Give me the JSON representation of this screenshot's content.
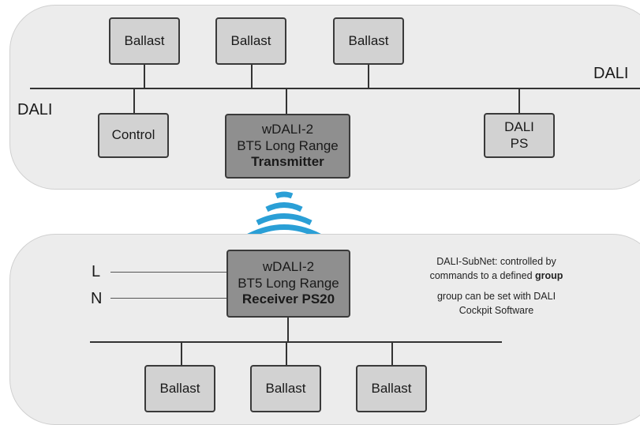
{
  "top_network": {
    "bus_label_right": "DALI",
    "bus_label_left": "DALI",
    "ballasts": [
      "Ballast",
      "Ballast",
      "Ballast"
    ],
    "control": "Control",
    "power_supply": [
      "DALI",
      "PS"
    ],
    "transmitter": {
      "line1": "wDALI-2",
      "line2": "BT5 Long Range",
      "line3": "Transmitter"
    }
  },
  "wireless": {
    "icon": "wireless-signal-icon",
    "color": "#2a9fd6"
  },
  "bottom_network": {
    "mains": [
      "L",
      "N"
    ],
    "receiver": {
      "line1": "wDALI-2",
      "line2": "BT5 Long Range",
      "line3": "Receiver PS20"
    },
    "note": {
      "line1": "DALI-SubNet: controlled by",
      "line2_prefix": "commands to a defined ",
      "line2_bold": "group",
      "line3": "group can be set with DALI",
      "line4": "Cockpit Software"
    },
    "ballasts": [
      "Ballast",
      "Ballast",
      "Ballast"
    ]
  }
}
